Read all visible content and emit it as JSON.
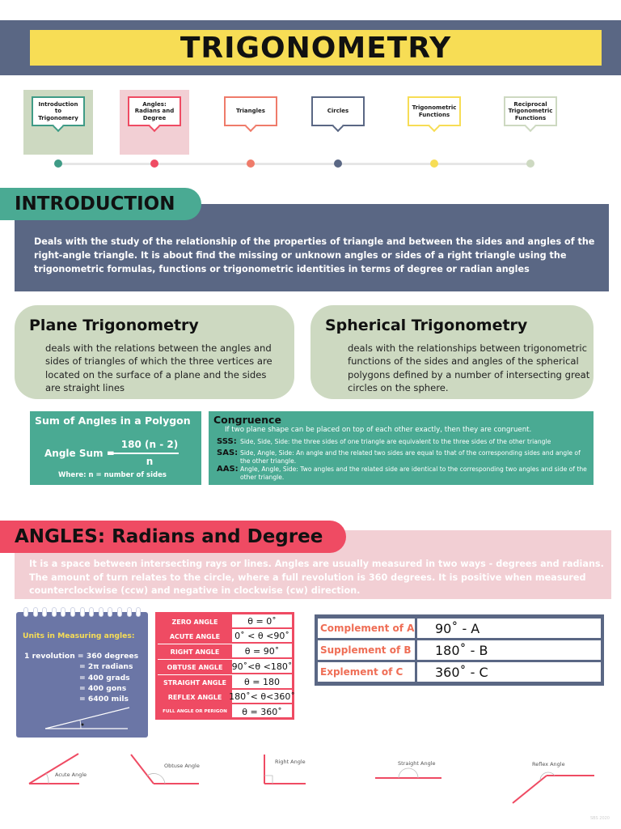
{
  "title": "TRIGONOMETRY",
  "timeline": [
    {
      "label": "Introduction to Trigonomery",
      "color": "#3f9b86",
      "bg": "#cdd9c1"
    },
    {
      "label": "Angles: Radians and Degree",
      "color": "#ef4b63",
      "bg": "#f2cfd4"
    },
    {
      "label": "Triangles",
      "color": "#ef7b6a",
      "bg": ""
    },
    {
      "label": "Circles",
      "color": "#5a6784",
      "bg": ""
    },
    {
      "label": "Trigonometric Functions",
      "color": "#f7dd55",
      "bg": ""
    },
    {
      "label": "Reciprocal Trigonometric Functions",
      "color": "#cdd9c1",
      "bg": ""
    }
  ],
  "intro": {
    "heading": "INTRODUCTION",
    "text": "Deals with the study of the relationship of the properties of triangle and between the sides and angles of the right-angle triangle. It is  about find the missing or unknown angles or sides of a right triangle using the trigonometric formulas, functions or trigonometric identities in terms of degree or radian angles"
  },
  "plane": {
    "title": "Plane Trigonometry",
    "text": "deals with the relations between the angles and sides of triangles of which the three vertices are located on the surface of a plane and the sides are straight lines"
  },
  "spherical": {
    "title": "Spherical Trigonometry",
    "text": "deals with the relationships between trigonometric functions of the sides and angles of the spherical polygons defined by a number of intersecting great circles on the sphere."
  },
  "sum_angles": {
    "title": "Sum of Angles in a Polygon",
    "label": "Angle Sum =",
    "numerator": "180 (n - 2)",
    "denominator": "n",
    "where": "Where: n = number of sides"
  },
  "congruence": {
    "title": "Congruence",
    "intro": "If two plane shape can be placed on top of each other exactly, then they are congruent.",
    "rules": [
      {
        "code": "SSS:",
        "text": "Side, Side, Side: the three sides of one triangle are equivalent to the three sides of the other triangle"
      },
      {
        "code": "SAS:",
        "text": "Side, Angle, Side: An angle and the related two sides are equal to that of the corresponding sides and angle of the other triangle."
      },
      {
        "code": "AAS:",
        "text": "Angle, Angle, Side: Two angles and the related side are identical to the corresponding two angles and side of the other triangle."
      }
    ]
  },
  "angles": {
    "heading": "ANGLES: Radians and Degree",
    "text": "It is a space between intersecting rays or lines. Angles are usually measured in two ways - degrees and radians. The amount of turn relates to the circle, where a full revolution is 360 degrees. It is positive when measured counterclockwise (ccw) and negative in clockwise (cw) direction."
  },
  "units": {
    "title": "Units in Measuring angles:",
    "rows": [
      "1 revolution = 360 degrees",
      "= 2π  radians",
      "= 400 grads",
      "= 400 gons",
      "= 6400 mils"
    ]
  },
  "angle_types": [
    {
      "name": "ZERO ANGLE",
      "value": "θ = 0˚"
    },
    {
      "name": "ACUTE ANGLE",
      "value": "0˚ <  θ <90˚"
    },
    {
      "name": "RIGHT ANGLE",
      "value": "θ = 90˚"
    },
    {
      "name": "OBTUSE ANGLE",
      "value": "90˚<θ <180˚"
    },
    {
      "name": "STRAIGHT ANGLE",
      "value": "θ  = 180"
    },
    {
      "name": "REFLEX ANGLE",
      "value": "180˚< θ<360˚"
    },
    {
      "name": "FULL ANGLE OR PERIGON",
      "value": "θ = 360˚"
    }
  ],
  "relations": [
    {
      "name": "Complement of A",
      "value": "90˚ - A"
    },
    {
      "name": "Supplement of B",
      "value": "180˚ - B"
    },
    {
      "name": "Explement of C",
      "value": "360˚ - C"
    }
  ],
  "diagram_labels": {
    "acute": "Acute Angle",
    "obtuse": "Obtuse Angle",
    "right": "Right Angle",
    "straight": "Straight Angle",
    "reflex": "Reflex Angle"
  },
  "watermark": "SBS 2020",
  "colors": {
    "navy": "#5a6784",
    "yellow": "#f7dd55",
    "teal": "#4aaa93",
    "red": "#ef4b63",
    "sage": "#cdd9c1",
    "pink": "#f2cfd4"
  }
}
